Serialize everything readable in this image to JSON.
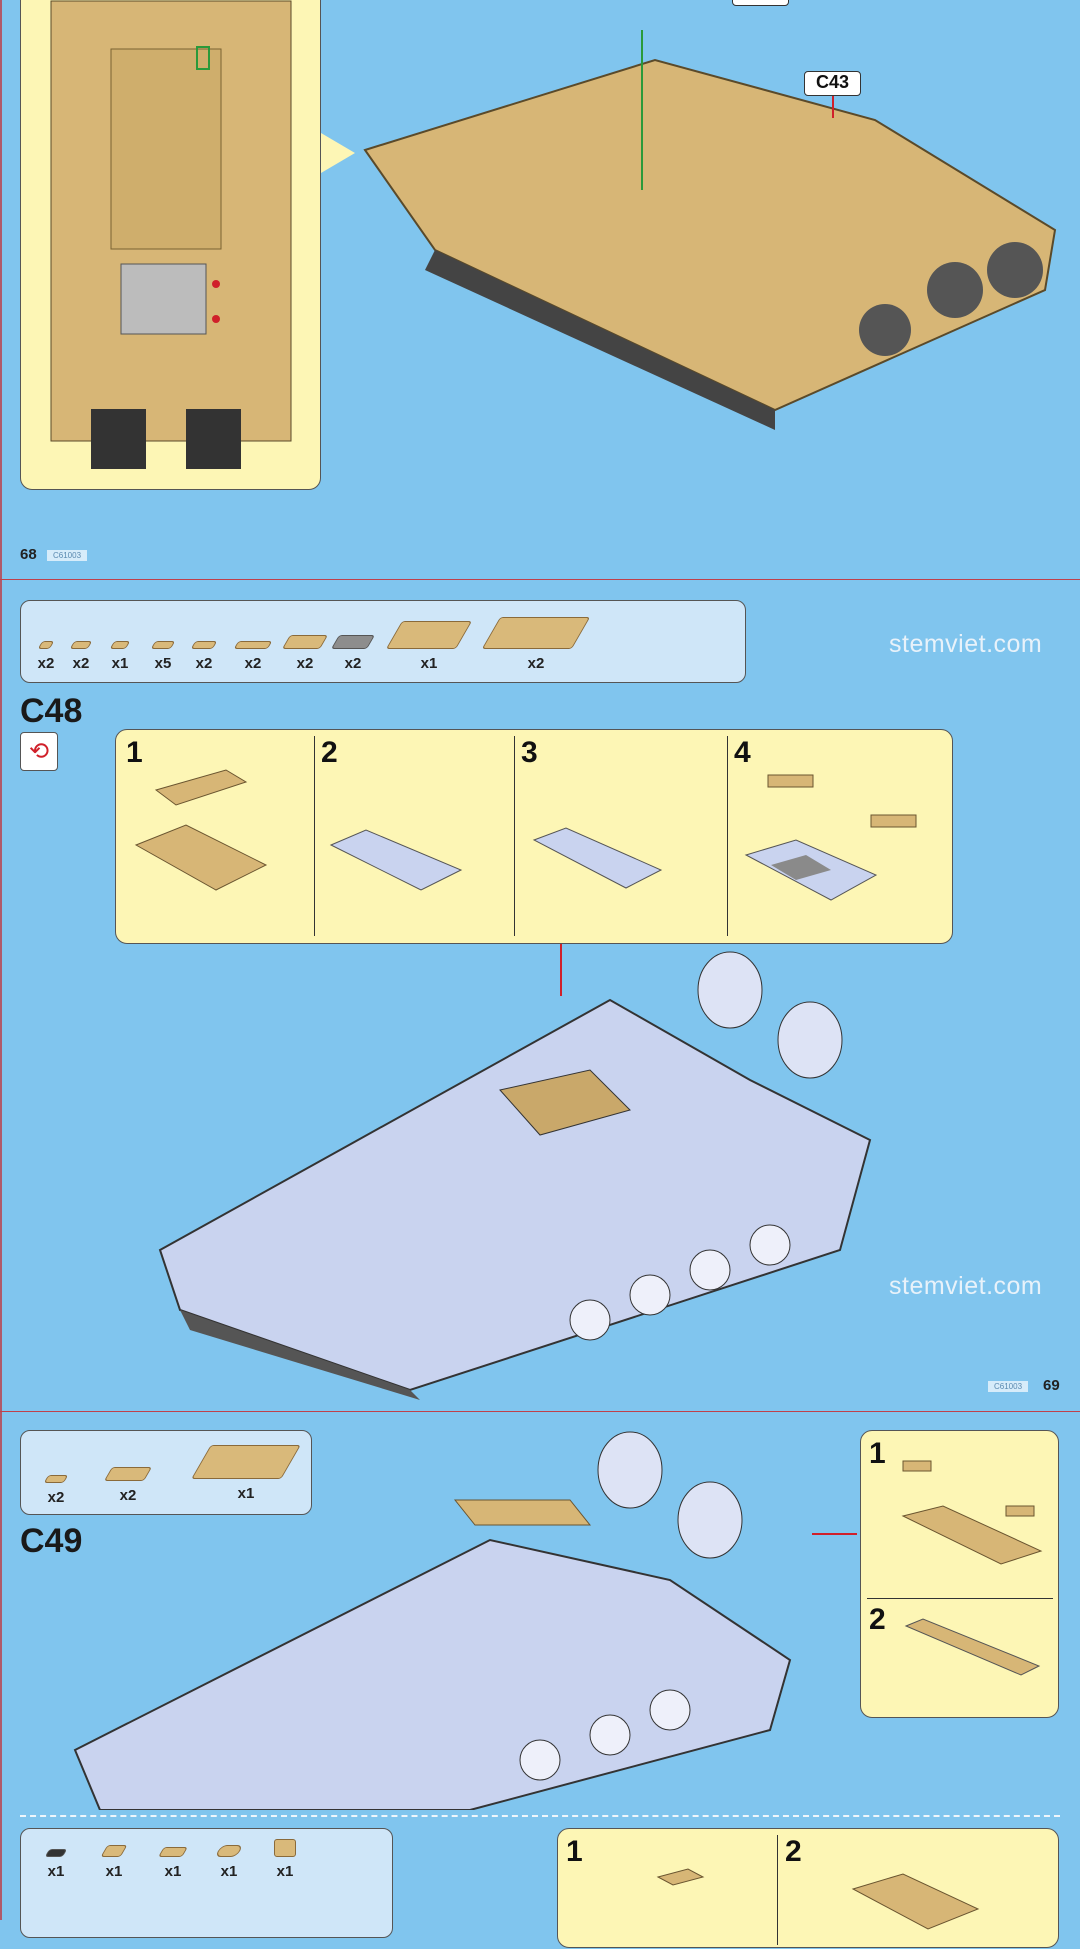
{
  "top_page": {
    "page_number": "68",
    "code": "C61003",
    "callout_label": "C43"
  },
  "page69": {
    "step_id": "C48",
    "parts": [
      {
        "qty": "x2"
      },
      {
        "qty": "x2"
      },
      {
        "qty": "x1"
      },
      {
        "qty": "x5"
      },
      {
        "qty": "x2"
      },
      {
        "qty": "x2"
      },
      {
        "qty": "x2"
      },
      {
        "qty": "x2",
        "color": "gray"
      },
      {
        "qty": "x1"
      },
      {
        "qty": "x2"
      }
    ],
    "substeps": [
      "1",
      "2",
      "3",
      "4"
    ],
    "watermark": "stemviet.com",
    "page_number": "69",
    "code": "C61003"
  },
  "step_c49": {
    "step_id": "C49",
    "parts": [
      {
        "qty": "x2"
      },
      {
        "qty": "x2"
      },
      {
        "qty": "x1"
      }
    ],
    "substeps": [
      "1",
      "2"
    ]
  },
  "next_step": {
    "parts": [
      {
        "qty": "x1"
      },
      {
        "qty": "x1"
      },
      {
        "qty": "x1"
      },
      {
        "qty": "x1"
      },
      {
        "qty": "x1"
      }
    ],
    "substeps": [
      "1",
      "2"
    ]
  },
  "colors": {
    "background": "#80c5ee",
    "panel": "#fdf6b5",
    "tan": "#d9b97a",
    "model_gray": "#c9d3ef",
    "arrow": "#d0202a"
  }
}
